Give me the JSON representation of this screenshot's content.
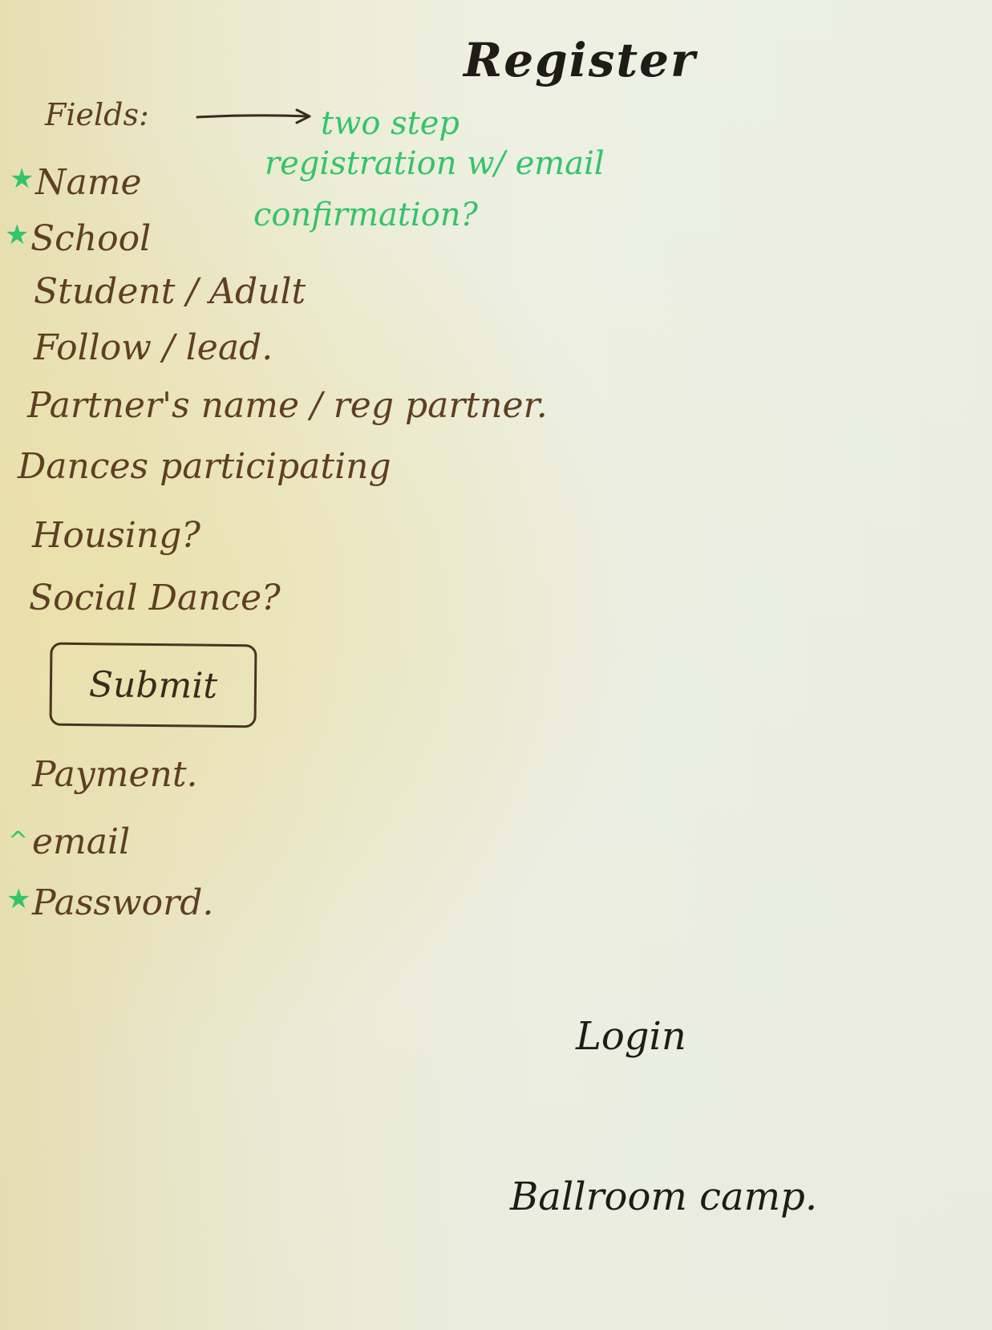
{
  "page": {
    "title": "Register",
    "fields_label": "Fields:",
    "note_lines": [
      "two step",
      "registration w/ email",
      "confirmation?"
    ],
    "fields": [
      {
        "label": "Name",
        "required": true
      },
      {
        "label": "School",
        "required": true
      },
      {
        "label": "Student / Adult",
        "required": false
      },
      {
        "label": "Follow / lead.",
        "required": false
      },
      {
        "label": "Partner's name / reg partner.",
        "required": false
      },
      {
        "label": "Dances participating",
        "required": false
      },
      {
        "label": "Housing?",
        "required": false
      },
      {
        "label": "Social Dance?",
        "required": false
      }
    ],
    "submit_label": "Submit",
    "after_submit_fields": [
      {
        "label": "Payment.",
        "required": false
      },
      {
        "label": "email",
        "required": true
      },
      {
        "label": "Password.",
        "required": true
      }
    ],
    "login_label": "Login",
    "ballroom_label": "Ballroom camp.",
    "colors": {
      "paper": "#ecefe2",
      "ink_brown": "#5e3f22",
      "ink_black": "#1f1c18",
      "ink_green": "#34c46a"
    }
  }
}
